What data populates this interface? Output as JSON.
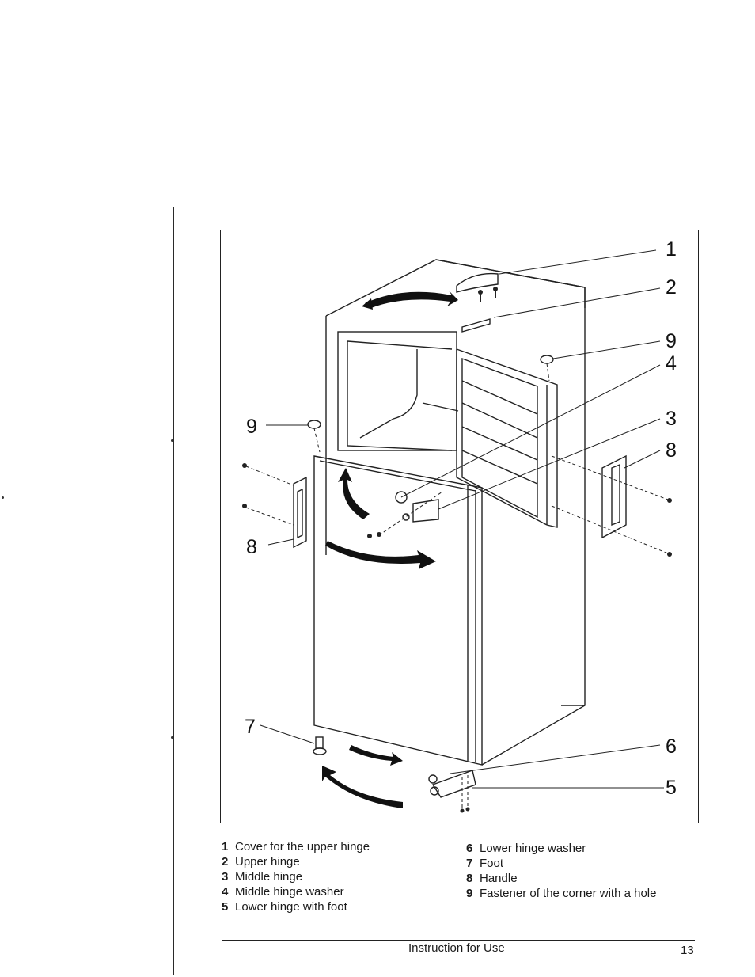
{
  "figure": {
    "callouts": {
      "c1": "1",
      "c2": "2",
      "c9a": "9",
      "c4": "4",
      "c3": "3",
      "c8a": "8",
      "c9b": "9",
      "c8b": "8",
      "c7": "7",
      "c6": "6",
      "c5": "5"
    }
  },
  "legend": {
    "left": [
      {
        "num": "1",
        "label": "Cover for the upper hinge"
      },
      {
        "num": "2",
        "label": "Upper hinge"
      },
      {
        "num": "3",
        "label": "Middle hinge"
      },
      {
        "num": "4",
        "label": "Middle hinge washer"
      },
      {
        "num": "5",
        "label": "Lower hinge with foot"
      }
    ],
    "right": [
      {
        "num": "6",
        "label": "Lower hinge washer"
      },
      {
        "num": "7",
        "label": "Foot"
      },
      {
        "num": "8",
        "label": "Handle"
      },
      {
        "num": "9",
        "label": "Fastener of the corner with a hole"
      }
    ]
  },
  "footer": {
    "title": "Instruction for Use",
    "page": "13"
  }
}
